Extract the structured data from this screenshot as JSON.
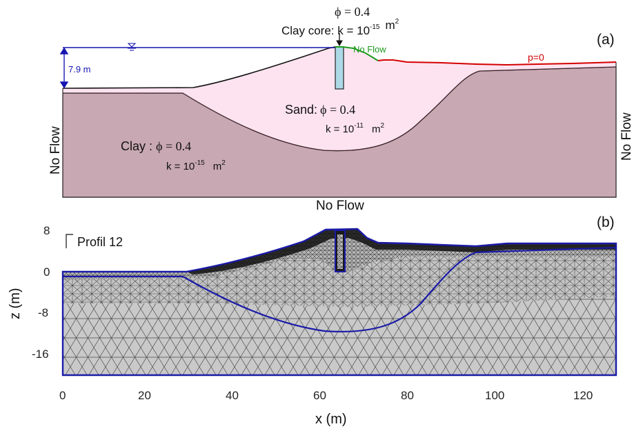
{
  "panel_a": {
    "panel_label": "(a)",
    "core_phi": "ϕ = 0.4",
    "core_label": "Clay core: k = 10",
    "core_exp": "-15",
    "core_unit": "m",
    "core_unit_exp": "2",
    "water_depth": "7.9 m",
    "no_flow_top": "No Flow",
    "p_zero": "p=0",
    "sand_label": "Sand:",
    "sand_phi": "ϕ = 0.4",
    "sand_k": "k = 10",
    "sand_exp": "-11",
    "sand_unit": "m",
    "sand_unit_exp": "2",
    "clay_label": "Clay :",
    "clay_phi": "ϕ = 0.4",
    "clay_k": "k = 10",
    "clay_exp": "-15",
    "clay_unit": "m",
    "clay_unit_exp": "2",
    "no_flow_left": "No Flow",
    "no_flow_right": "No Flow",
    "no_flow_bottom": "No Flow",
    "colors": {
      "sand": "#fde3f0",
      "clay": "#c8a8b2",
      "water": "#1515b0",
      "green": "#1a9a1a",
      "red": "#d40000",
      "core": "#add8e6"
    }
  },
  "panel_b": {
    "panel_label": "(b)",
    "profile_label": "Profil 12",
    "ylabel": "z (m)",
    "xlabel": "x (m)",
    "x_ticks": [
      "0",
      "20",
      "40",
      "60",
      "80",
      "100",
      "120"
    ],
    "y_ticks": [
      "8",
      "0",
      "-8",
      "-16"
    ],
    "colors": {
      "mesh_fill": "#c8c8c8",
      "outline": "#1a1aa8"
    }
  }
}
